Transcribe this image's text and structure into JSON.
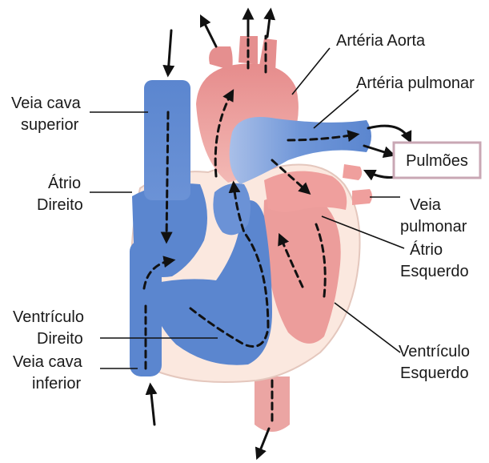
{
  "labels": {
    "veia_cava_superior_1": "Veia cava",
    "veia_cava_superior_2": "superior",
    "atrio_direito_1": "Átrio",
    "atrio_direito_2": "Direito",
    "ventriculo_direito_1": "Ventrículo",
    "ventriculo_direito_2": "Direito",
    "veia_cava_inferior_1": "Veia cava",
    "veia_cava_inferior_2": "inferior",
    "arteria_aorta": "Artéria Aorta",
    "arteria_pulmonar": "Artéria pulmonar",
    "pulmoes": "Pulmões",
    "veia_pulmonar_1": "Veia",
    "veia_pulmonar_2": "pulmonar",
    "atrio_esquerdo_1": "Átrio",
    "atrio_esquerdo_2": "Esquerdo",
    "ventriculo_esquerdo_1": "Ventrículo",
    "ventriculo_esquerdo_2": "Esquerdo"
  },
  "colors": {
    "deoxygenated": "#5b86cf",
    "deoxygenated_dark": "#4a74bd",
    "oxygenated": "#e58f8f",
    "oxygenated_light": "#f1b3b0",
    "heart_wall": "#fbe8df",
    "box_border": "#c9a7b4"
  }
}
